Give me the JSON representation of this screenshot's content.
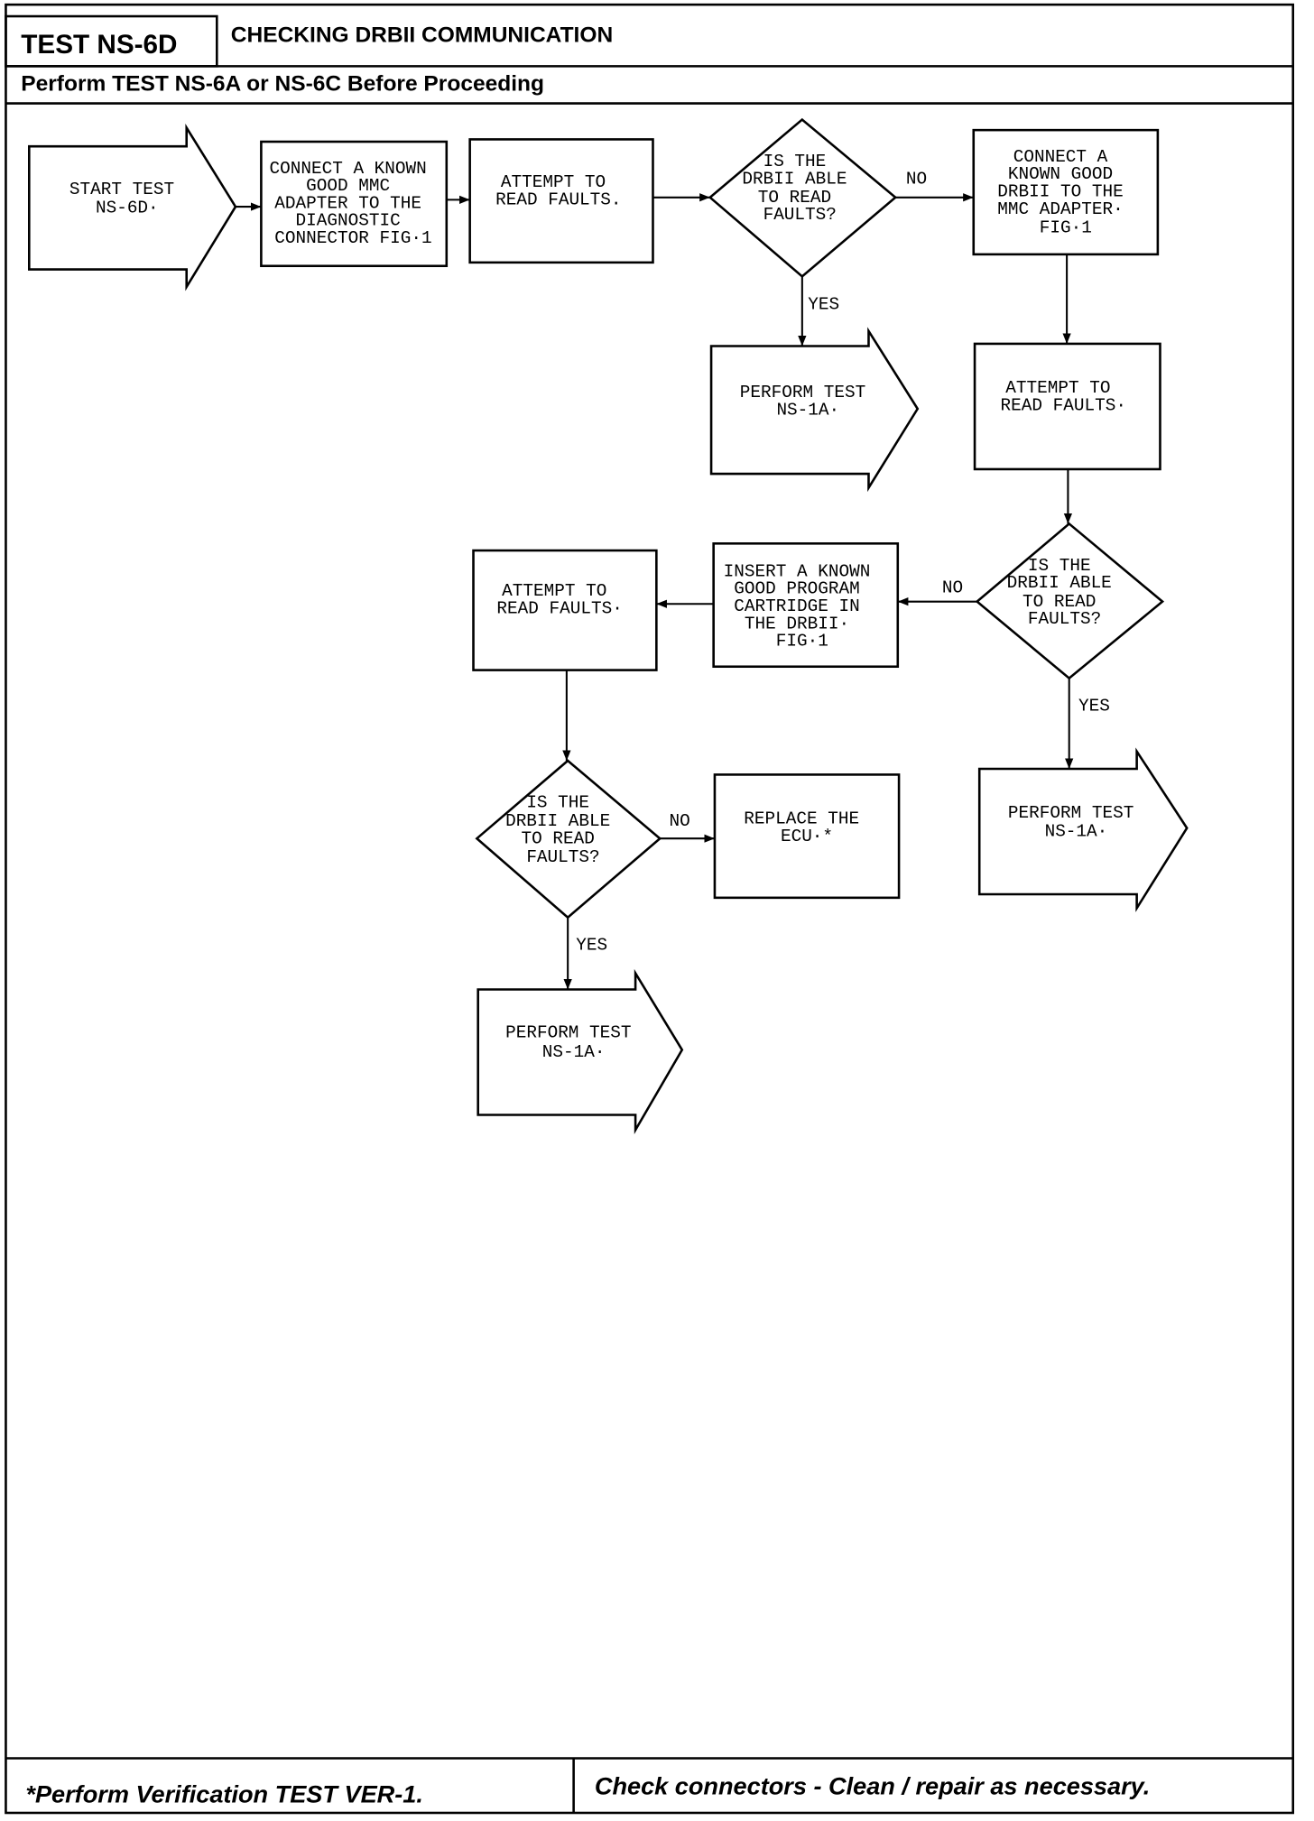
{
  "header": {
    "test_id": "TEST NS-6D",
    "title": "CHECKING DRBII COMMUNICATION",
    "prerequisite": "Perform TEST NS-6A or NS-6C Before Proceeding"
  },
  "flowchart": {
    "start": {
      "lines": [
        "START TEST",
        "NS-6D·"
      ]
    },
    "connect_mmc_adapter": {
      "lines": [
        "CONNECT A KNOWN",
        "GOOD MMC",
        "ADAPTER TO THE",
        "DIAGNOSTIC",
        "CONNECTOR FIG·1"
      ]
    },
    "attempt_read_1": {
      "lines": [
        "ATTEMPT TO",
        "READ FAULTS."
      ]
    },
    "decision_1": {
      "lines": [
        "IS THE",
        "DRBII ABLE",
        "TO READ",
        "FAULTS?"
      ],
      "no": "NO",
      "yes": "YES"
    },
    "connect_drbii": {
      "lines": [
        "CONNECT A",
        "KNOWN GOOD",
        "DRBII TO THE",
        "MMC ADAPTER·",
        "FIG·1"
      ]
    },
    "perform_ns1a_1": {
      "lines": [
        "PERFORM TEST",
        "NS-1A·"
      ]
    },
    "attempt_read_2": {
      "lines": [
        "ATTEMPT TO",
        "READ FAULTS·"
      ]
    },
    "decision_2": {
      "lines": [
        "IS THE",
        "DRBII ABLE",
        "TO READ",
        "FAULTS?"
      ],
      "no": "NO",
      "yes": "YES"
    },
    "insert_cartridge": {
      "lines": [
        "INSERT A KNOWN",
        "GOOD PROGRAM",
        "CARTRIDGE IN",
        "THE DRBII·",
        "FIG·1"
      ]
    },
    "attempt_read_3": {
      "lines": [
        "ATTEMPT TO",
        "READ FAULTS·"
      ]
    },
    "perform_ns1a_2": {
      "lines": [
        "PERFORM TEST",
        "NS-1A·"
      ]
    },
    "decision_3": {
      "lines": [
        "IS THE",
        "DRBII ABLE",
        "TO READ",
        "FAULTS?"
      ],
      "no": "NO",
      "yes": "YES"
    },
    "replace_ecu": {
      "lines": [
        "REPLACE THE",
        "ECU·*"
      ]
    },
    "perform_ns1a_3": {
      "lines": [
        "PERFORM TEST",
        "NS-1A·"
      ]
    }
  },
  "footer": {
    "verification_note": "*Perform Verification TEST VER-1.",
    "connector_note": "Check connectors - Clean / repair as necessary."
  },
  "colors": {
    "ink": "#000000",
    "paper": "#ffffff"
  }
}
